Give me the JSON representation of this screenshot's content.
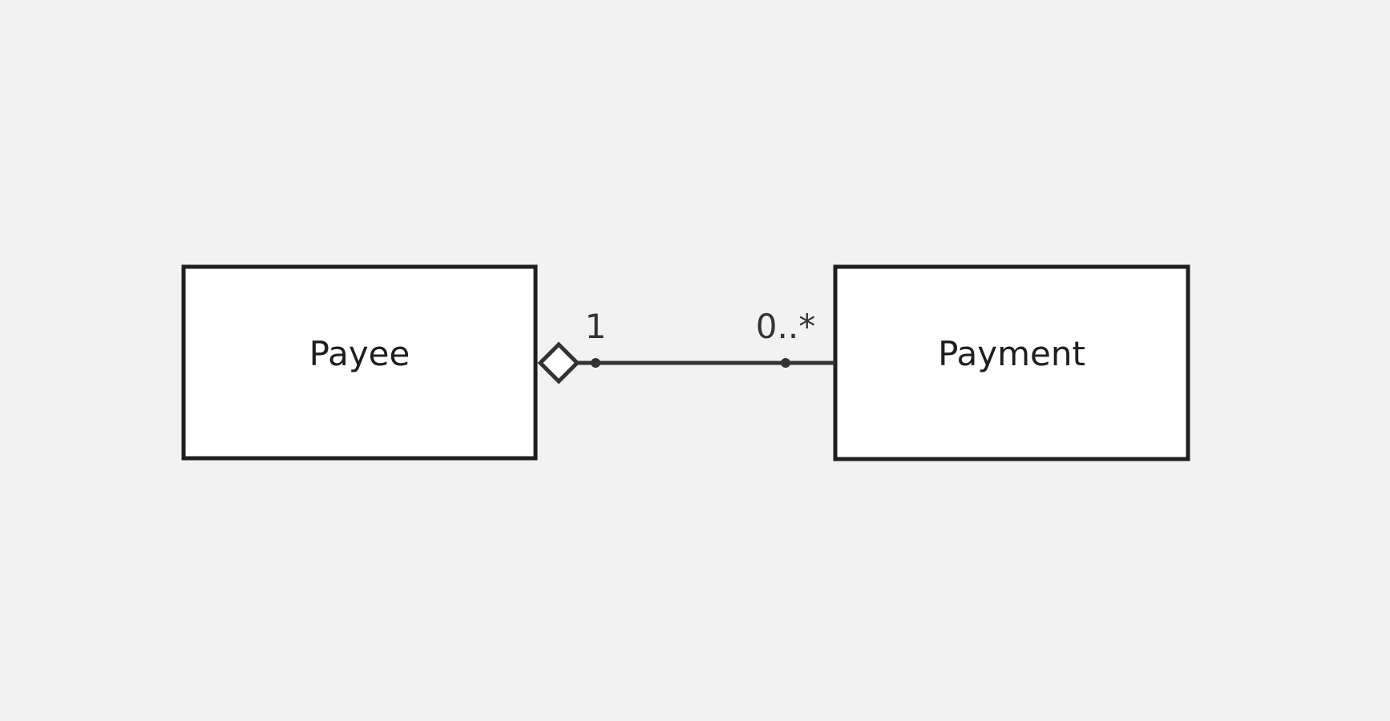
{
  "diagram": {
    "type": "uml-class-diagram",
    "classes": [
      {
        "id": "payee",
        "name": "Payee"
      },
      {
        "id": "payment",
        "name": "Payment"
      }
    ],
    "association": {
      "kind": "aggregation",
      "whole": "Payee",
      "part": "Payment",
      "source_multiplicity": "1",
      "target_multiplicity": "0..*"
    }
  },
  "colors": {
    "background": "#f2f2f2",
    "box_fill": "#ffffff",
    "box_stroke": "#1e1e1e",
    "line": "#333333"
  }
}
